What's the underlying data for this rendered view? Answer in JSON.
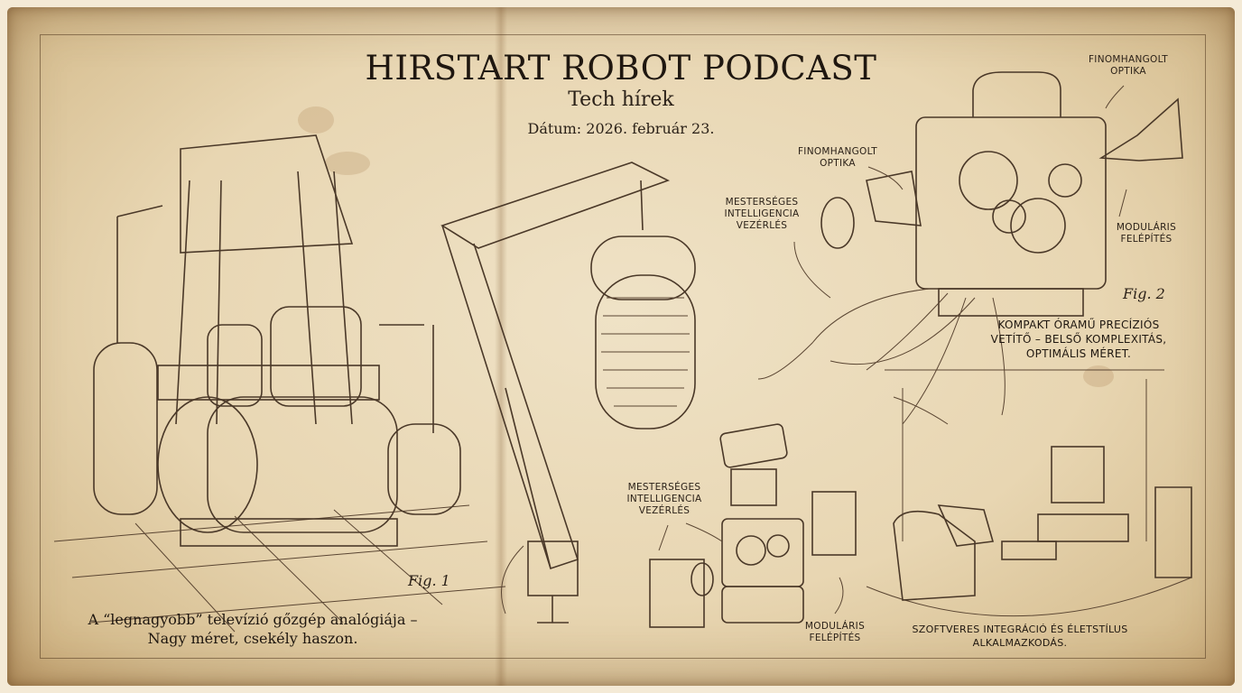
{
  "header": {
    "title": "HIRSTART ROBOT PODCAST",
    "subtitle": "Tech hírek",
    "date": "Dátum: 2026. február 23."
  },
  "figure1": {
    "label": "Fig. 1",
    "caption_line1": "A “legnagyobb” televízió gőzgép analógiája –",
    "caption_line2": "Nagy méret, csekély haszon."
  },
  "figure2": {
    "label": "Fig. 2",
    "caption_line1": "KOMPAKT ÓRAMŰ PRECÍZIÓS",
    "caption_line2": "VETÍTŐ – BELSŐ KOMPLEXITÁS,",
    "caption_line3": "OPTIMÁLIS MÉRET."
  },
  "annotations": {
    "optics_top": {
      "line1": "FINOMHANGOLT",
      "line2": "OPTIKA"
    },
    "optics_mid": {
      "line1": "FINOMHANGOLT",
      "line2": "OPTIKA"
    },
    "ai_top": {
      "line1": "MESTERSÉGES",
      "line2": "INTELLIGENCIA",
      "line3": "VEZÉRLÉS"
    },
    "modular_top": {
      "line1": "MODULÁRIS",
      "line2": "FELÉPÍTÉS"
    },
    "ai_bottom": {
      "line1": "MESTERSÉGES",
      "line2": "INTELLIGENCIA",
      "line3": "VEZÉRLÉS"
    },
    "modular_bottom": {
      "line1": "MODULÁRIS",
      "line2": "FELÉPÍTÉS"
    },
    "software": {
      "line1": "SZOFTVERES INTEGRÁCIÓ ÉS ÉLETSTÍLUS",
      "line2": "ALKALMAZKODÁS."
    }
  },
  "icons": [
    "steam-engine-icon",
    "microphone-icon",
    "projector-icon",
    "exploded-projector-icon",
    "living-room-icon"
  ],
  "colors": {
    "paper": "#e8d6b2",
    "ink": "#2b2118",
    "copper": "#b06a3a",
    "brass": "#b8924a"
  }
}
